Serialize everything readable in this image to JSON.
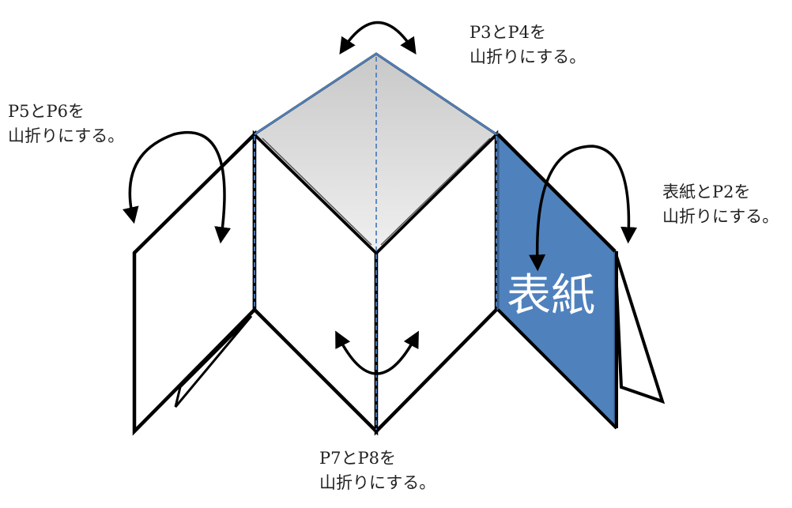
{
  "labels": {
    "p3_p4": {
      "line1": "P3とP4を",
      "line2": "山折りにする。"
    },
    "p5_p6": {
      "line1": "P5とP6を",
      "line2": "山折りにする。"
    },
    "cover_p2": {
      "line1": "表紙とP2を",
      "line2": "山折りにする。"
    },
    "p7_p8": {
      "line1": "P7とP8を",
      "line2": "山折りにする。"
    }
  },
  "cover_title": "表紙",
  "colors": {
    "cover_fill": "#4f81bd",
    "cover_edge": "#385d8a",
    "fold_line": "#4f81bd",
    "outline": "#000000",
    "gray_top": "#c8c8c8",
    "gray_bottom": "#efefef"
  }
}
